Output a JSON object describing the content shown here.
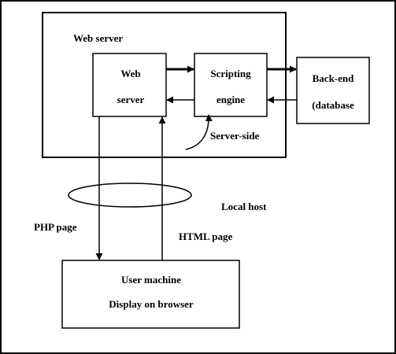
{
  "outer_box": {
    "title": "Web server"
  },
  "nodes": {
    "web_server": {
      "line1": "Web",
      "line2": "server"
    },
    "scripting_engine": {
      "line1": "Scripting",
      "line2": "engine"
    },
    "backend": {
      "line1": "Back-end",
      "line2": "(database"
    },
    "user_machine": {
      "line1": "User machine",
      "line2": "Display on browser"
    }
  },
  "labels": {
    "server_side": "Server-side",
    "local_host": "Local host",
    "php_page": "PHP page",
    "html_page": "HTML page"
  }
}
